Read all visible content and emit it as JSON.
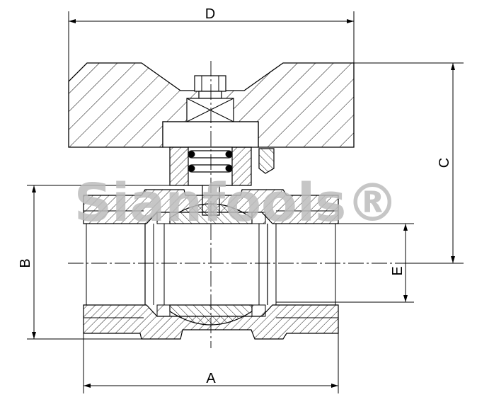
{
  "dimensions": {
    "width_label": "D",
    "height_label": "C",
    "body_height_label": "B",
    "length_label": "A",
    "bore_label": "E"
  },
  "watermark": {
    "text": "Sianfools®"
  },
  "colors": {
    "line": "#000000",
    "watermark": "#bdbdbd",
    "background": "#ffffff"
  }
}
